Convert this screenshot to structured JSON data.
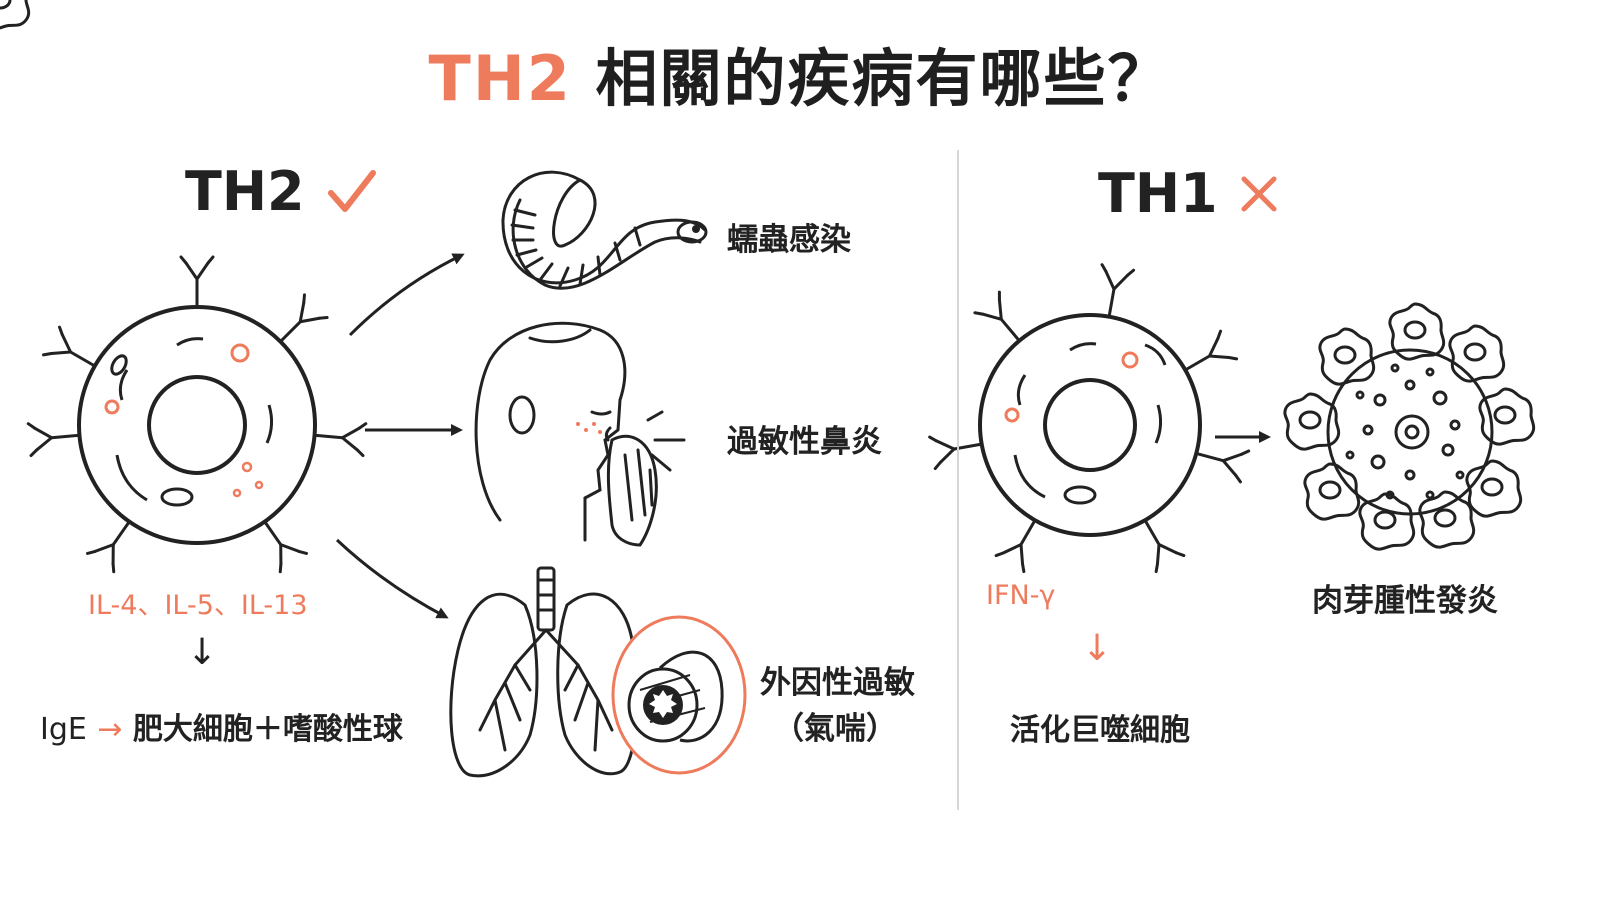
{
  "title": {
    "accent": "TH2",
    "rest": " 相關的疾病有哪些？"
  },
  "th2": {
    "label": "TH2",
    "mark_icon": "check-mark-icon",
    "cytokines": "IL-4、IL-5、IL-13",
    "arrow": "↓",
    "effect_ige": "IgE",
    "effect_arrow": "→",
    "effect_cells": " 肥大細胞＋嗜酸性球",
    "diseases": [
      "蠕蟲感染",
      "過敏性鼻炎",
      "外因性過敏",
      "（氣喘）"
    ]
  },
  "th1": {
    "label": "TH1",
    "mark_icon": "cross-mark-icon",
    "cytokine": "IFN-γ",
    "arrow": "↓",
    "effect": "活化巨噬細胞",
    "disease": "肉芽腫性發炎"
  },
  "colors": {
    "accent": "#ee7b5c",
    "ink": "#222222",
    "divider": "#d6d6d6"
  }
}
